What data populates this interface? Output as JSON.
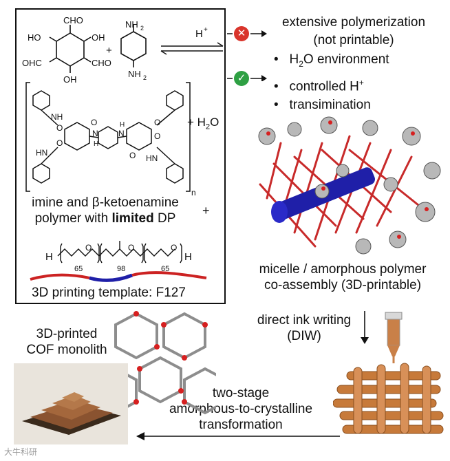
{
  "reaction": {
    "reagent_groups_1": [
      "CHO",
      "HO",
      "OH",
      "OHC",
      "CHO",
      "OH"
    ],
    "plus_1": "+",
    "reagent_groups_2": [
      "NH",
      "2",
      "NH",
      "2"
    ],
    "catalyst": "H",
    "catalyst_sup": "+",
    "polymer_groups": [
      "NH",
      "O",
      "O",
      "O",
      "N",
      "N",
      "H",
      "H",
      "O",
      "O",
      "O",
      "HN",
      "HN",
      "n"
    ],
    "byproduct": "+ H",
    "byproduct_sub": "2",
    "byproduct_tail": "O",
    "polymer_caption_line1": "imine and β-ketoenamine",
    "polymer_caption_pre": "polymer with ",
    "polymer_caption_bold": "limited",
    "polymer_caption_post": " DP",
    "plus_2": "+",
    "f127_H_left": "H",
    "f127_O": [
      "O",
      "O",
      "O"
    ],
    "f127_subs": [
      "65",
      "98",
      "65"
    ],
    "f127_H_right": "H",
    "template_caption": "3D printing template: F127"
  },
  "outcomes": {
    "bad_line1": "extensive polymerization",
    "bad_line2": "(not printable)",
    "good_bullets": [
      {
        "pre": "H",
        "sub": "2",
        "post": "O environment"
      },
      {
        "pre": "controlled H",
        "sup": "+",
        "post": ""
      },
      {
        "pre": "transimination",
        "post": ""
      }
    ]
  },
  "micelle_caption": [
    "micelle / amorphous polymer",
    "co-assembly (3D-printable)"
  ],
  "diw_caption": [
    "direct ink writing",
    "(DIW)"
  ],
  "monolith_caption": [
    "3D-printed",
    "COF monolith"
  ],
  "transformation_caption": [
    "two-stage",
    "amorphous-to-crystalline",
    "transformation"
  ],
  "watermark": "大牛科研",
  "colors": {
    "red_x": "#d9342b",
    "green_check": "#2ea043",
    "polymer_red": "#cc2222",
    "polymer_blue": "#1f1fa8",
    "log_wood": "#c77a3a"
  }
}
